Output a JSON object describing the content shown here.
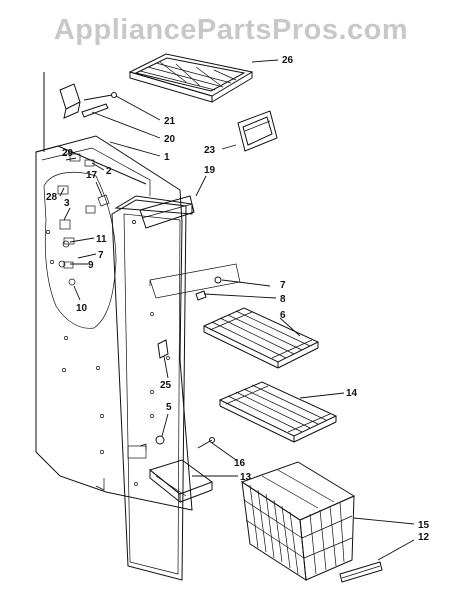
{
  "watermark": "AppliancePartsPros.com",
  "callouts": {
    "c26": "26",
    "c21": "21",
    "c20": "20",
    "c1": "1",
    "c23": "23",
    "c29": "29",
    "c2": "2",
    "c17": "17",
    "c19": "19",
    "c3": "3",
    "c28": "28",
    "c11": "11",
    "c7a": "7",
    "c9": "9",
    "c10": "10",
    "c7b": "7",
    "c8": "8",
    "c6": "6",
    "c25": "25",
    "c14": "14",
    "c5": "5",
    "c16": "16",
    "c13": "13",
    "c15": "15",
    "c12": "12"
  }
}
